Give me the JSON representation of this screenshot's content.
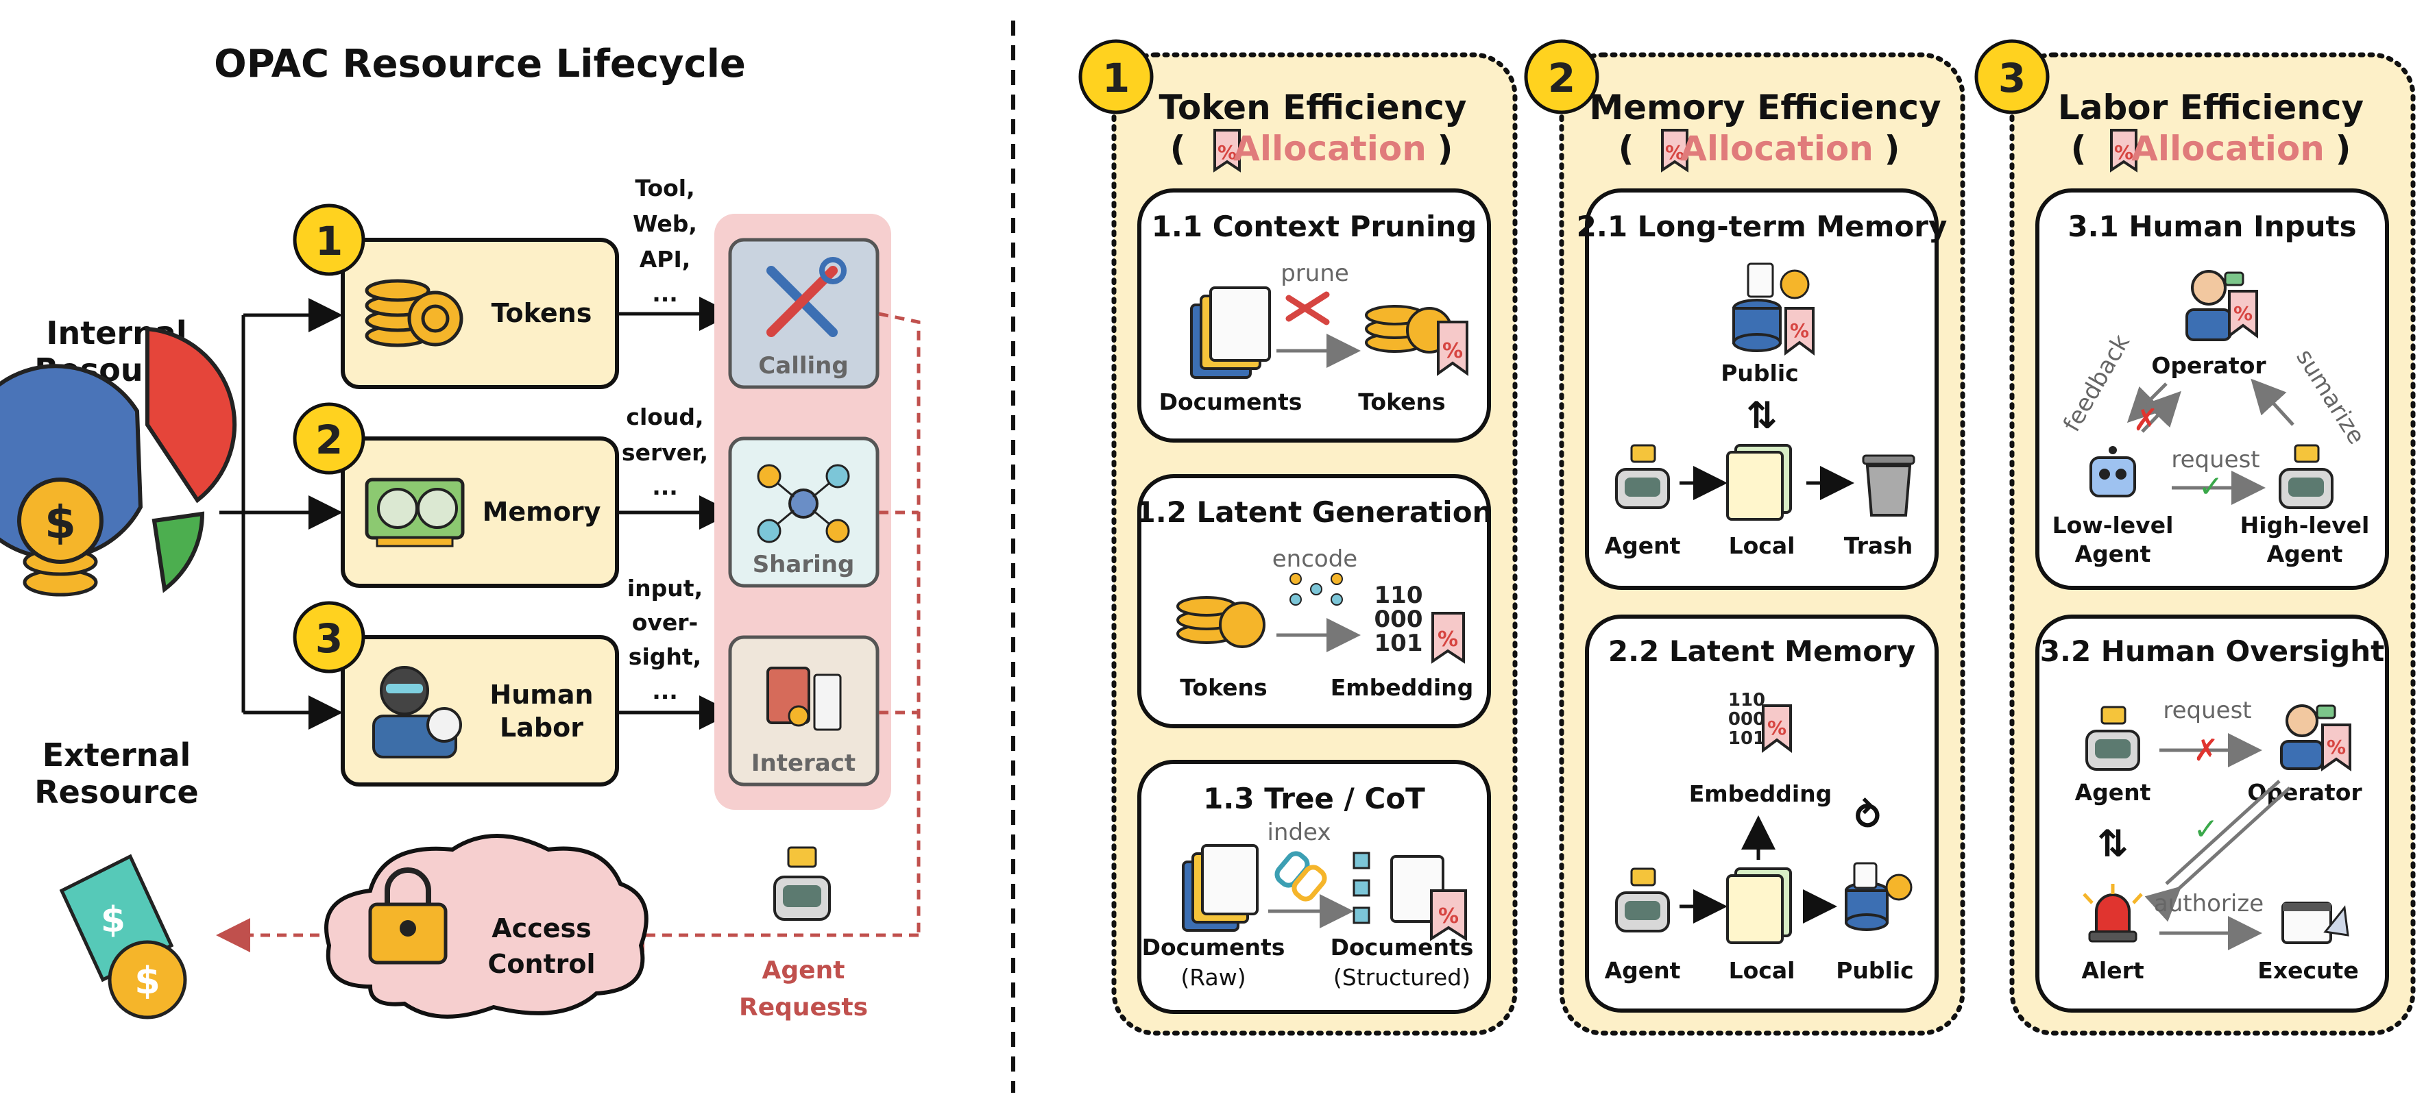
{
  "left": {
    "title": "OPAC Resource Lifecycle",
    "internal": [
      "Internal",
      "Resource"
    ],
    "external": [
      "External",
      "Resource"
    ],
    "stages": [
      {
        "num": "1",
        "label": "Tokens"
      },
      {
        "num": "2",
        "label": "Memory"
      },
      {
        "num": "3",
        "label": "Human",
        "label2": "Labor"
      }
    ],
    "edge_labels": [
      [
        "Tool,",
        "Web,",
        "API,",
        "..."
      ],
      [
        "cloud,",
        "server,",
        "..."
      ],
      [
        "input,",
        "over-",
        "sight,",
        "..."
      ]
    ],
    "actions": [
      "Calling",
      "Sharing",
      "Interact"
    ],
    "access_control": [
      "Access",
      "Control"
    ],
    "agent_requests": [
      "Agent",
      "Requests"
    ]
  },
  "columns": [
    {
      "num": "1",
      "title": "Token Efficiency",
      "allocation": "Allocation",
      "boxes": [
        {
          "title": "1.1 Context Pruning",
          "arrow": "prune",
          "from": "Documents",
          "to": "Tokens"
        },
        {
          "title": "1.2 Latent Generation",
          "arrow": "encode",
          "from": "Tokens",
          "to": "Embedding"
        },
        {
          "title": "1.3 Tree / CoT",
          "arrow": "index",
          "from": "Documents",
          "from2": "(Raw)",
          "to": "Documents",
          "to2": "(Structured)"
        }
      ]
    },
    {
      "num": "2",
      "title": "Memory Efficiency",
      "allocation": "Allocation",
      "boxes": [
        {
          "title": "2.1 Long-term Memory",
          "top": "Public",
          "a": "Agent",
          "b": "Local",
          "c": "Trash"
        },
        {
          "title": "2.2 Latent Memory",
          "top": "Embedding",
          "a": "Agent",
          "b": "Local",
          "c": "Public"
        }
      ]
    },
    {
      "num": "3",
      "title": "Labor Efficiency",
      "allocation": "Allocation",
      "boxes": [
        {
          "title": "3.1 Human Inputs",
          "top": "Operator",
          "left": [
            "Low-level",
            "Agent"
          ],
          "right": [
            "High-level",
            "Agent"
          ],
          "feedback": "feedback",
          "sumarize": "sumarize",
          "request": "request"
        },
        {
          "title": "3.2 Human Oversight",
          "agent": "Agent",
          "operator": "Operator",
          "alert": "Alert",
          "execute": "Execute",
          "request": "request",
          "authorize": "authorize"
        }
      ]
    }
  ],
  "colors": {
    "box_fill": "#fdf0c8",
    "panel_fill": "#fdf0c8",
    "badge": "#ffd21f",
    "action_panel": "#f6cfcf",
    "red_dash": "#c0504d"
  }
}
